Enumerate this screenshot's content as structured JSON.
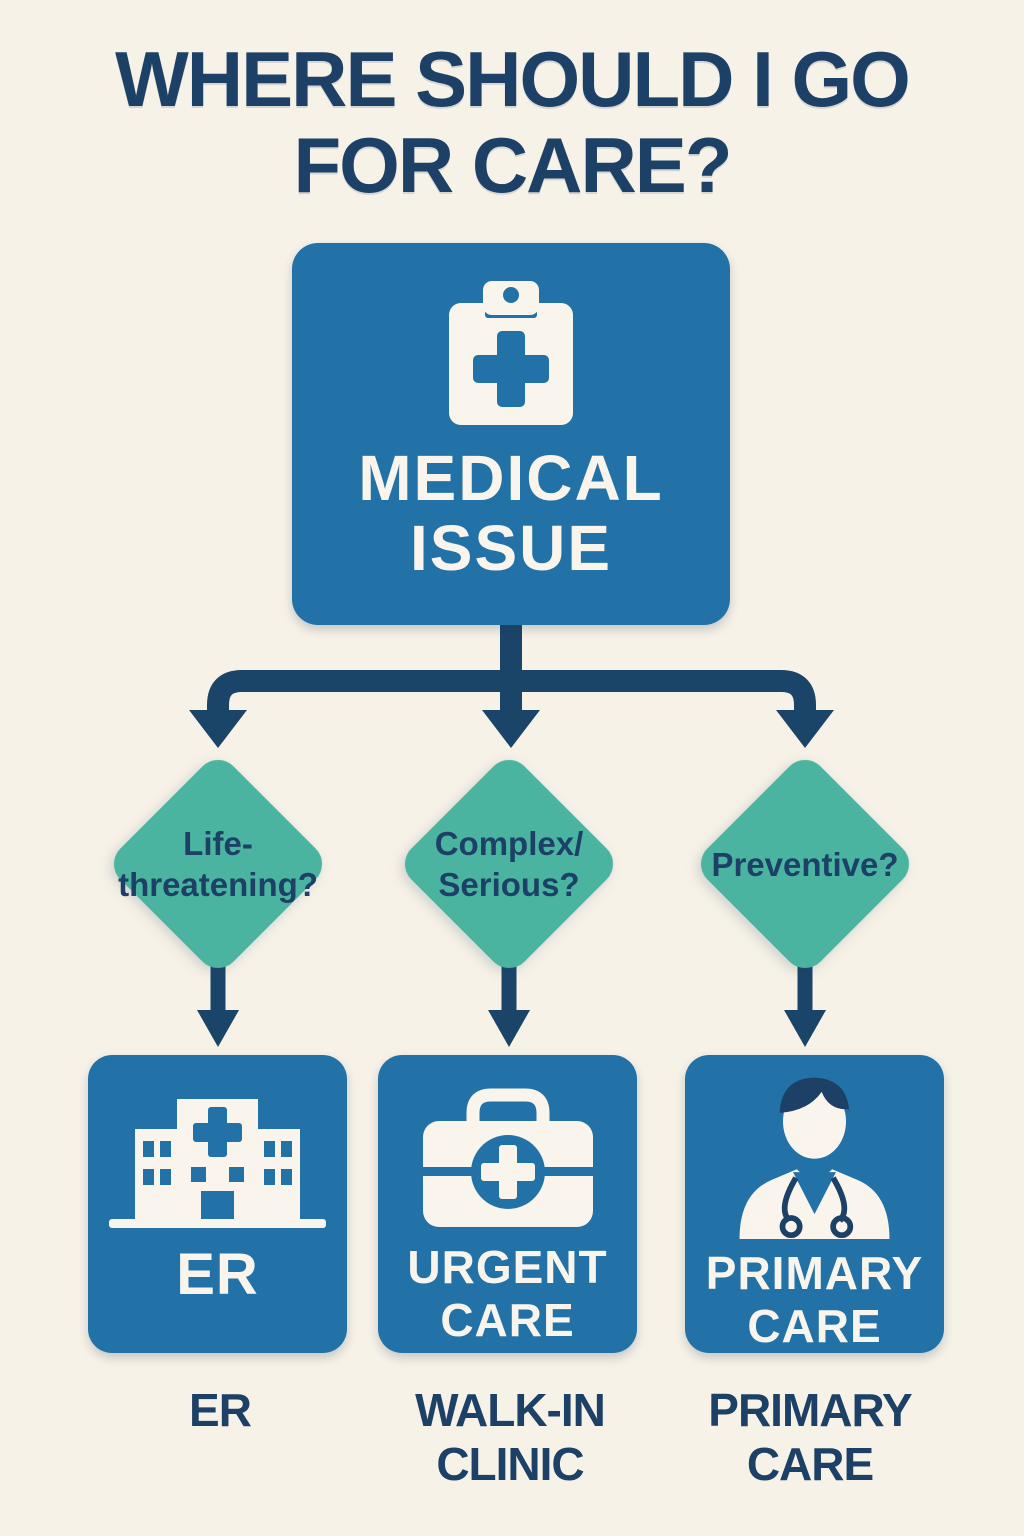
{
  "title": {
    "line1": "WHERE SHOULD I GO",
    "line2": "FOR CARE?"
  },
  "root": {
    "line1": "MEDICAL",
    "line2": "ISSUE",
    "icon": "clipboard-cross-icon"
  },
  "decisions": [
    {
      "line1": "Life-",
      "line2": "threatening?"
    },
    {
      "line1": "Complex/",
      "line2": "Serious?"
    },
    {
      "line1": "Preventive?"
    }
  ],
  "destinations": [
    {
      "icon": "hospital-icon",
      "label": "ER",
      "caption": "ER"
    },
    {
      "icon": "first-aid-kit-icon",
      "label_line1": "URGENT",
      "label_line2": "CARE",
      "caption_line1": "WALK-IN",
      "caption_line2": "CLINIC"
    },
    {
      "icon": "doctor-icon",
      "label_line1": "PRIMARY",
      "label_line2": "CARE",
      "caption_line1": "PRIMARY",
      "caption_line2": "CARE"
    }
  ],
  "colors": {
    "background": "#f7f2e8",
    "node_blue": "#2372a7",
    "diamond_teal": "#4ab4a0",
    "navy_text": "#1d4166",
    "arrow_navy": "#1a4569",
    "icon_white": "#f9f5ed"
  }
}
